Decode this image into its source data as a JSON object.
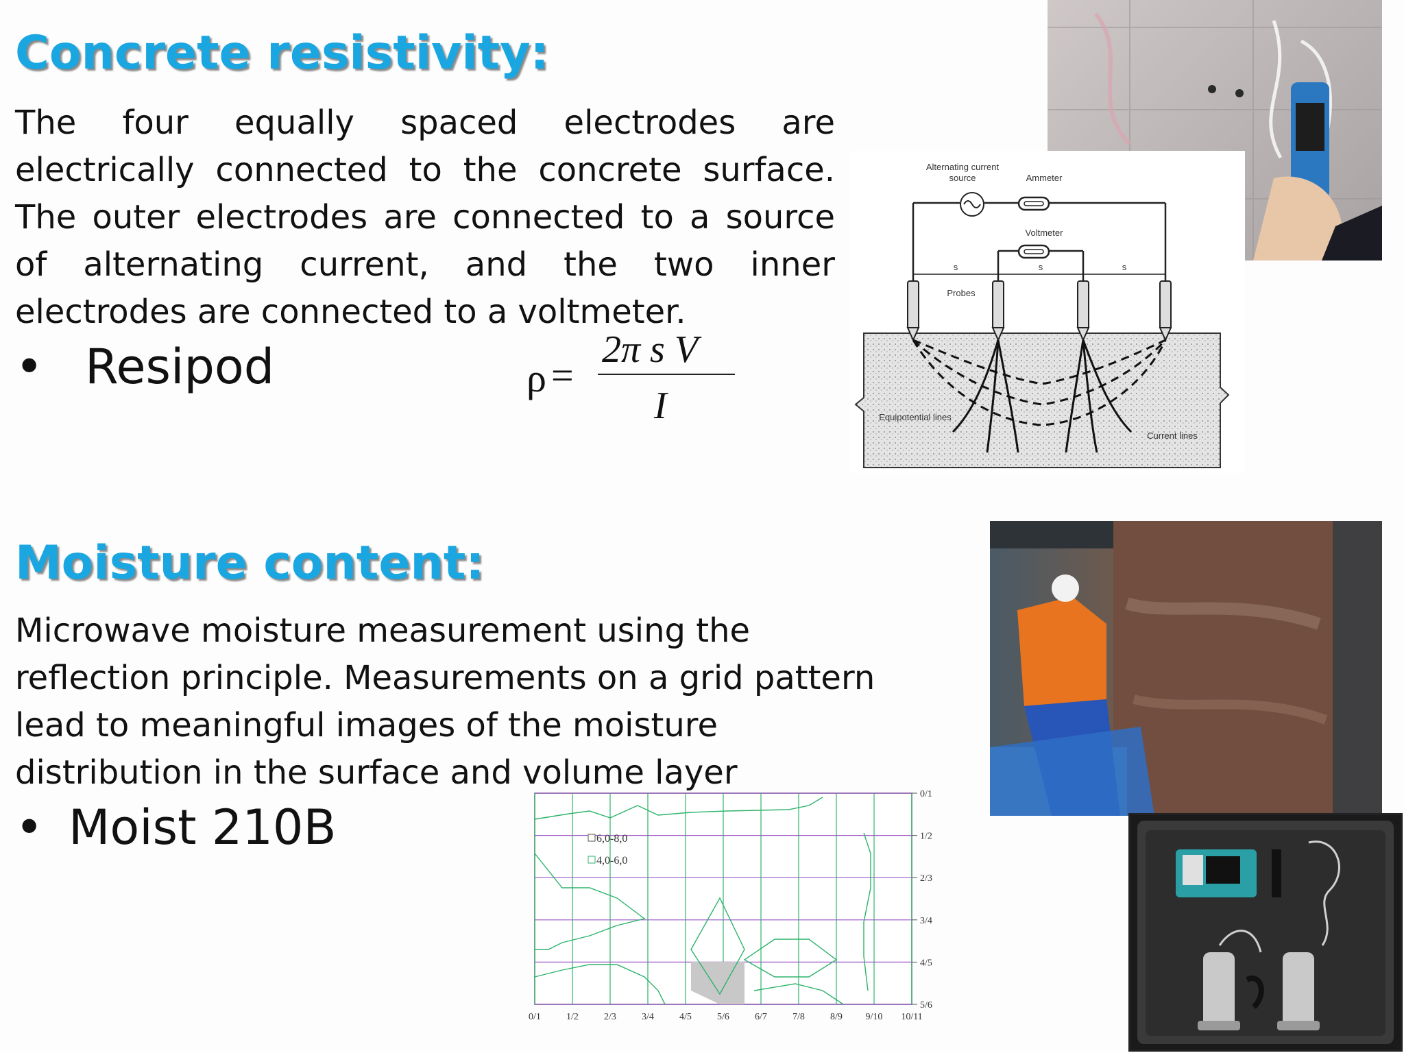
{
  "section1": {
    "heading": "Concrete resistivity:",
    "paragraph": "The four equally spaced electrodes are electrically connected to the concrete surface. The outer electrodes are connected to a source of alternating current, and the two inner electrodes are connected to a voltmeter.",
    "bullet_symbol": "•",
    "bullet": "Resipod",
    "formula": {
      "lhs": "ρ",
      "eq": "=",
      "numerator": "2π s V",
      "denominator": "I"
    },
    "diagram_labels": {
      "source": [
        "Alternating current",
        "source"
      ],
      "ammeter": "Ammeter",
      "voltmeter": "Voltmeter",
      "spacing": "s",
      "probes": "Probes",
      "equipotential": "Equipotential lines",
      "current": "Current lines"
    }
  },
  "section2": {
    "heading": "Moisture content:",
    "paragraph": "Microwave moisture measurement using the reflection principle. Measurements on a grid pattern lead to meaningful images of the moisture distribution in the surface and volume layer",
    "bullet_symbol": "•",
    "bullet": "Moist 210B"
  },
  "chart_data": {
    "type": "contour",
    "legend": [
      "6,0-8,0",
      "4,0-6,0"
    ],
    "x_ticks": [
      "0/1",
      "1/2",
      "2/3",
      "3/4",
      "4/5",
      "5/6",
      "6/7",
      "7/8",
      "8/9",
      "9/10",
      "10/11"
    ],
    "y_ticks_right": [
      "0/1",
      "1/2",
      "2/3",
      "3/4",
      "4/5",
      "5/6"
    ],
    "grid": true,
    "colors": {
      "green_lines": "#2db36b",
      "purple_lines": "#9b59c6",
      "shaded": "#c8c8c8"
    }
  },
  "colors": {
    "heading": "#1aa6e0",
    "text": "#111111"
  }
}
